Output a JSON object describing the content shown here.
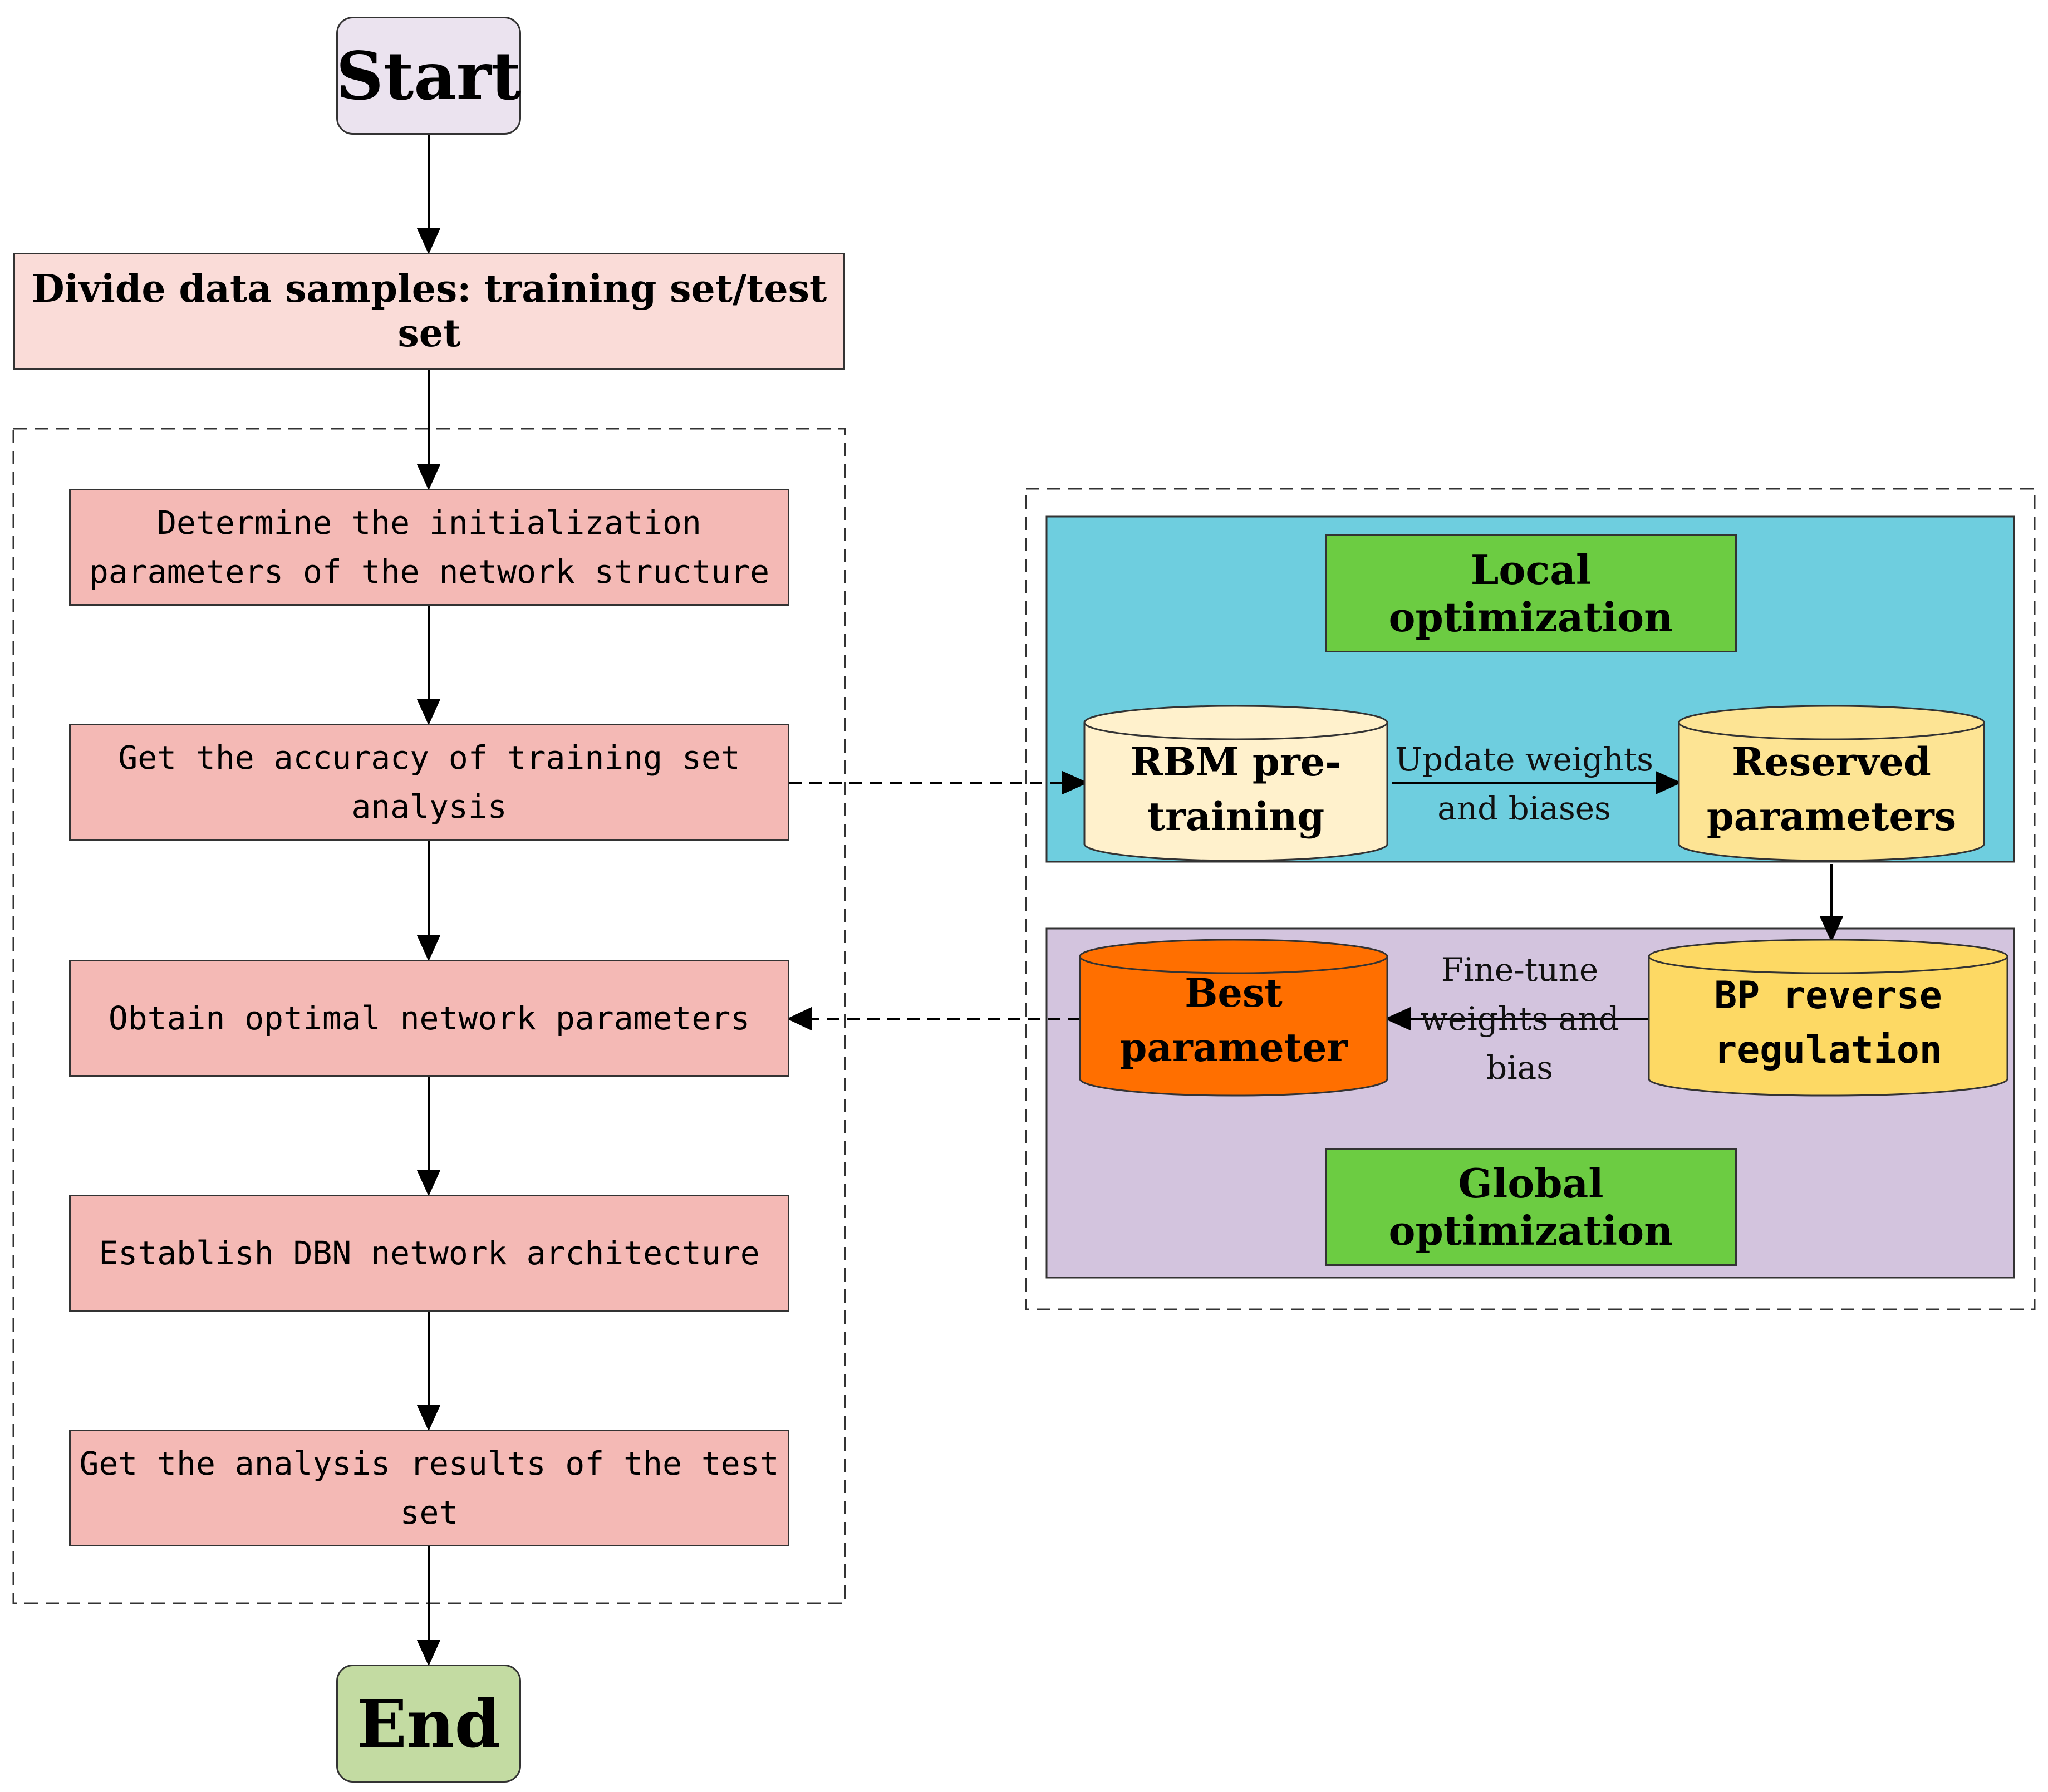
{
  "flowchart": {
    "start": "Start",
    "divide": "Divide data samples: training set/test set",
    "steps": [
      "Determine the initialization\nparameters of the network structure",
      "Get the accuracy of training set\nanalysis",
      "Obtain optimal network parameters",
      "Establish DBN network architecture",
      "Get the analysis results of the test\nset"
    ],
    "end": "End"
  },
  "local_panel": {
    "title": "Local optimization",
    "rbm": "RBM pre-\ntraining",
    "edge_label": "Update weights\nand biases",
    "reserved": "Reserved\nparameters"
  },
  "global_panel": {
    "title": "Global optimization",
    "bp": "BP reverse\nregulation",
    "edge_label": "Fine-tune\nweights and bias",
    "best": "Best parameter"
  },
  "colors": {
    "start_fill": "#ebe3ef",
    "end_fill": "#c3dba2",
    "divide_fill": "#fadcd8",
    "step_fill": "#f4b9b5",
    "local_panel_fill": "#6ecedf",
    "global_panel_fill": "#d3c4de",
    "label_fill": "#6ccc42",
    "rbm_fill": "#fff1cc",
    "reserved_fill": "#fde494",
    "bp_fill": "#fdd964",
    "best_fill": "#ff6f00"
  }
}
